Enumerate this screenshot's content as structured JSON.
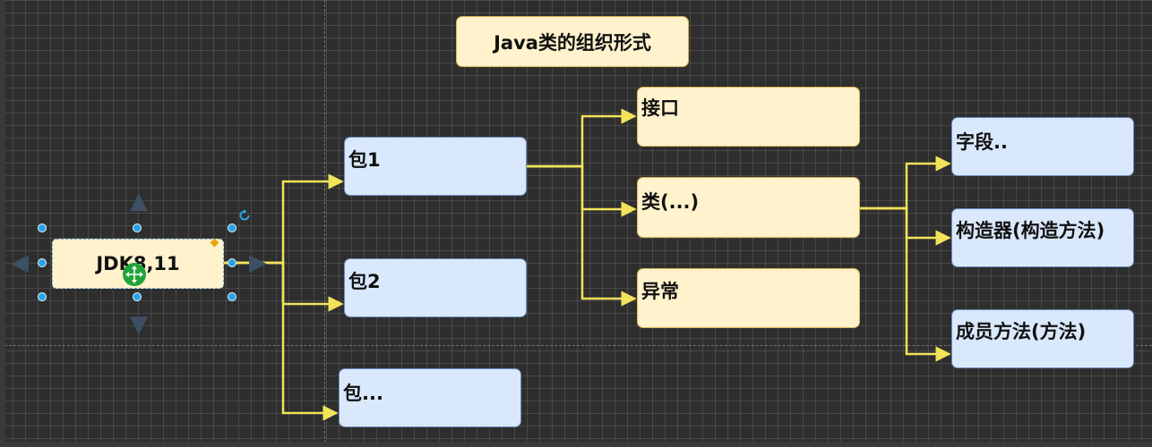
{
  "title": "Java类的组织形式",
  "root": "JDK8,11",
  "packages": [
    "包1",
    "包2",
    "包..."
  ],
  "contents": [
    "接口",
    "类(...)",
    "异常"
  ],
  "members": [
    "字段..",
    "构造器(构造方法)",
    "成员方法(方法)"
  ],
  "colors": {
    "canvas": "#2e2e2e",
    "yellow_fill": "#fff2cc",
    "yellow_stroke": "#d6b656",
    "blue_fill": "#dae8fc",
    "blue_stroke": "#6c8ebf",
    "connector": "#f2e35a",
    "selection_handle": "#29a3e6",
    "move_handle": "#22a33a"
  },
  "icons": [
    "rotate-icon",
    "move-icon",
    "connect-arrow-icon"
  ]
}
